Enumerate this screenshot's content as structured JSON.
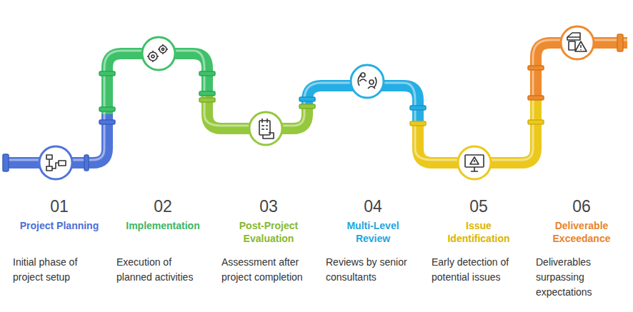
{
  "diagram": {
    "nodes": [
      {
        "text": [
          "01",
          "Project Planning",
          "Initial phase of project setup"
        ]
      },
      {
        "text": [
          "02",
          "Implementation",
          "Execution of planned activities"
        ]
      },
      {
        "text": [
          "03",
          "Post-Project Evaluation",
          "Assessment after project completion"
        ]
      },
      {
        "text": [
          "04",
          "Multi-Level Review",
          "Reviews by senior consultants"
        ]
      },
      {
        "text": [
          "05",
          "Issue Identification",
          "Early detection of potential issues"
        ]
      },
      {
        "text": [
          "06",
          "Deliverable Exceedance",
          "Deliverables surpassing expectations"
        ]
      }
    ]
  }
}
